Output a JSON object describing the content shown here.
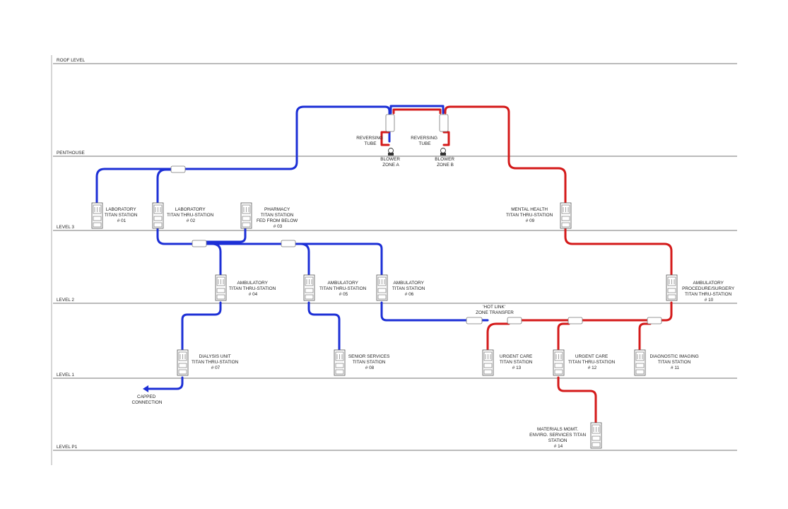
{
  "levels": [
    {
      "key": "roof",
      "label": "ROOF LEVEL"
    },
    {
      "key": "penthouse",
      "label": "PENTHOUSE"
    },
    {
      "key": "l3",
      "label": "LEVEL 3"
    },
    {
      "key": "l2",
      "label": "LEVEL 2"
    },
    {
      "key": "l1",
      "label": "LEVEL 1"
    },
    {
      "key": "p1",
      "label": "LEVEL P1"
    }
  ],
  "stations": [
    {
      "key": "s01",
      "lines": [
        "LABORATORY",
        "TITAN STATION",
        "# 01"
      ]
    },
    {
      "key": "s02",
      "lines": [
        "LABORATORY",
        "TITAN THRU-STATION",
        "# 02"
      ]
    },
    {
      "key": "s03",
      "lines": [
        "PHARMACY",
        "TITAN STATION",
        "FED FROM BELOW",
        "# 03"
      ]
    },
    {
      "key": "s09",
      "lines": [
        "MENTAL HEALTH",
        "TITAN THRU-STATION",
        "# 09"
      ]
    },
    {
      "key": "s04",
      "lines": [
        "AMBULATORY",
        "TITAN THRU-STATION",
        "# 04"
      ]
    },
    {
      "key": "s05",
      "lines": [
        "AMBULATORY",
        "TITAN THRU-STATION",
        "# 05"
      ]
    },
    {
      "key": "s06",
      "lines": [
        "AMBULATORY",
        "TITAN STATION",
        "# 06"
      ]
    },
    {
      "key": "s10",
      "lines": [
        "AMBULATORY",
        "PROCEDURE/SURGERY",
        "TITAN THRU-STATION",
        "# 10"
      ]
    },
    {
      "key": "s07",
      "lines": [
        "DIALYSIS UNIT",
        "TITAN THRU-STATION",
        "# 07"
      ]
    },
    {
      "key": "s08",
      "lines": [
        "SENIOR SERVICES",
        "TITAN STATION",
        "# 08"
      ]
    },
    {
      "key": "s13",
      "lines": [
        "URGENT CARE",
        "TITAN STATION",
        "# 13"
      ]
    },
    {
      "key": "s12",
      "lines": [
        "URGENT CARE",
        "TITAN THRU-STATION",
        "# 12"
      ]
    },
    {
      "key": "s11",
      "lines": [
        "DIAGNOSTIC IMAGING",
        "TITAN STATION",
        "# 11"
      ]
    },
    {
      "key": "s14",
      "lines": [
        "MATERIALS MGMT.",
        "ENVIRO. SERVICES TITAN",
        "STATION",
        "# 14"
      ]
    }
  ],
  "annotations": [
    {
      "key": "rev_a",
      "lines": [
        "REVERSING",
        "TUBE"
      ]
    },
    {
      "key": "rev_b",
      "lines": [
        "REVERSING",
        "TUBE"
      ]
    },
    {
      "key": "blower_a",
      "lines": [
        "BLOWER",
        "ZONE A"
      ]
    },
    {
      "key": "blower_b",
      "lines": [
        "BLOWER",
        "ZONE B"
      ]
    },
    {
      "key": "hotlink",
      "lines": [
        "'HOT LINK'",
        "ZONE TRANSFER"
      ]
    },
    {
      "key": "capped",
      "lines": [
        "CAPPED",
        "CONNECTION"
      ]
    }
  ],
  "colors": {
    "zone_a": "#1c2fd6",
    "zone_b": "#d41a1a"
  }
}
